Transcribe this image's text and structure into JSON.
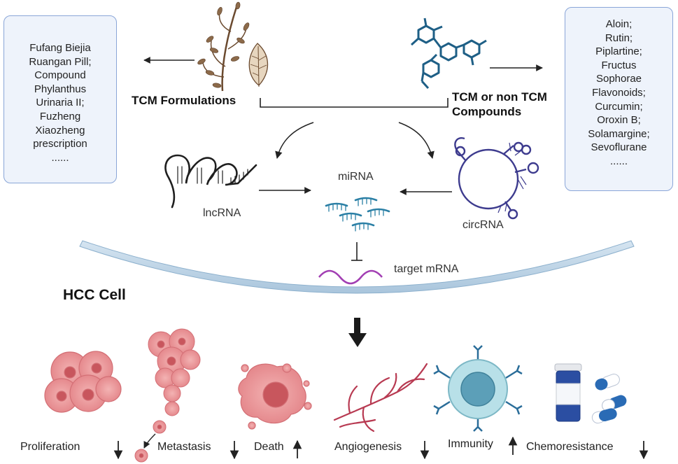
{
  "formulations_list": [
    "Fufang Biejia",
    "Ruangan Pill;",
    "Compound",
    "Phylanthus",
    "Urinaria II;",
    "Fuzheng",
    "Xiaozheng",
    "prescription",
    "......"
  ],
  "compounds_list": [
    "Aloin;",
    "Rutin;",
    "Piplartine;",
    "Fructus",
    "Sophorae",
    "Flavonoids;",
    "Curcumin;",
    "Oroxin B;",
    "Solamargine;",
    "Sevoflurane",
    "......"
  ],
  "tcm_formulations_label": "TCM Formulations",
  "tcm_compounds_label": [
    "TCM or non TCM",
    "Compounds"
  ],
  "lncrna_label": "lncRNA",
  "mirna_label": "miRNA",
  "circrna_label": "circRNA",
  "target_mrna_label": "target mRNA",
  "cell_label": "HCC Cell",
  "outcomes": [
    {
      "label": "Proliferation",
      "direction": "down"
    },
    {
      "label": "Metastasis",
      "direction": "down"
    },
    {
      "label": "Death",
      "direction": "up"
    },
    {
      "label": "Angiogenesis",
      "direction": "down"
    },
    {
      "label": "Immunity",
      "direction": "up"
    },
    {
      "label": "Chemoresistance",
      "direction": "down"
    }
  ],
  "colors": {
    "box_border": "#8aa6d8",
    "box_fill": "#eef3fb",
    "mirna": "#2a7fa5",
    "mrna": "#a23fb3",
    "membrane": "#bcd3e6",
    "cell_pink": "#e88e93",
    "vessel": "#b83a52",
    "immune_cell": "#a6d4df"
  }
}
